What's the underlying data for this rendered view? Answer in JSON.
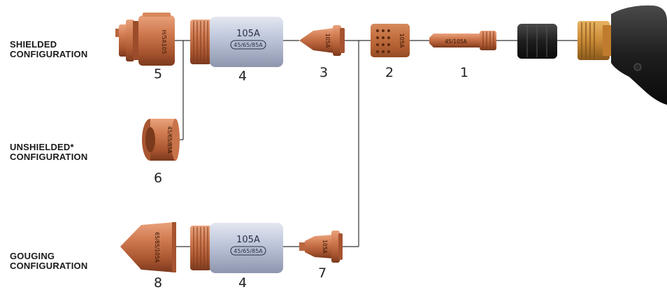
{
  "config_labels": {
    "shielded_line1": "SHIELDED",
    "shielded_line2": "CONFIGURATION",
    "unshielded_line1": "UNSHIELDED*",
    "unshielded_line2": "CONFIGURATION",
    "gouging_line1": "GOUGING",
    "gouging_line2": "CONFIGURATION"
  },
  "part_numbers": {
    "p1": "1",
    "p2": "2",
    "p3": "3",
    "p4_top": "4",
    "p5": "5",
    "p6": "6",
    "p7": "7",
    "p4_bottom": "4",
    "p8": "8"
  },
  "part_markings": {
    "shield_5": "H/5A105",
    "cap_4_amp": "105A",
    "cap_4_range": "45/65/85A",
    "nozzle_3": "105A",
    "swirl_2": "105A",
    "electrode_1": "45/105A",
    "deflector_6": "45/65/85A",
    "nozzle_7": "105A",
    "gouge_shield_8": "65/85/105A"
  },
  "colors": {
    "copper": "#c8734a",
    "copper_dark": "#8e4627",
    "cap_blue": "#b8c0d6",
    "black": "#1c1c1c"
  }
}
